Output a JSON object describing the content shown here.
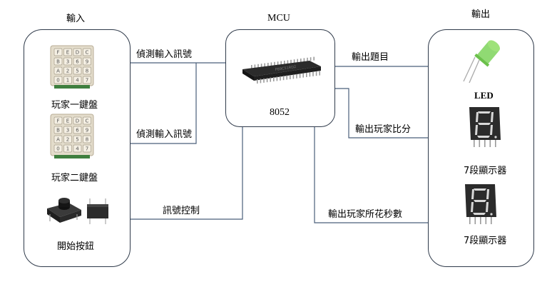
{
  "sections": {
    "input_title": "輸入",
    "mcu_title": "MCU",
    "output_title": "輸出"
  },
  "input": {
    "keypad1_caption": "玩家一鍵盤",
    "keypad2_caption": "玩家二鍵盤",
    "button_caption": "開始按鈕",
    "keypad_keys": [
      "F",
      "E",
      "D",
      "C",
      "B",
      "3",
      "6",
      "9",
      "A",
      "2",
      "5",
      "8",
      "0",
      "1",
      "4",
      "7"
    ]
  },
  "mcu": {
    "chip_label": "8052"
  },
  "output": {
    "led_caption": "LED",
    "seg1_caption": "7段顯示器",
    "seg2_caption": "7段顯示器"
  },
  "connections": {
    "detect1": "偵測輸入訊號",
    "detect2": "偵測輸入訊號",
    "signal_control": "訊號控制",
    "out_question": "輸出題目",
    "out_score": "輸出玩家比分",
    "out_time": "輸出玩家所花秒數"
  },
  "colors": {
    "box_border": "#2f3a4a",
    "line": "#4a5f7a",
    "led_green": "#7dd35a",
    "segment_body": "#2b2b2b"
  }
}
